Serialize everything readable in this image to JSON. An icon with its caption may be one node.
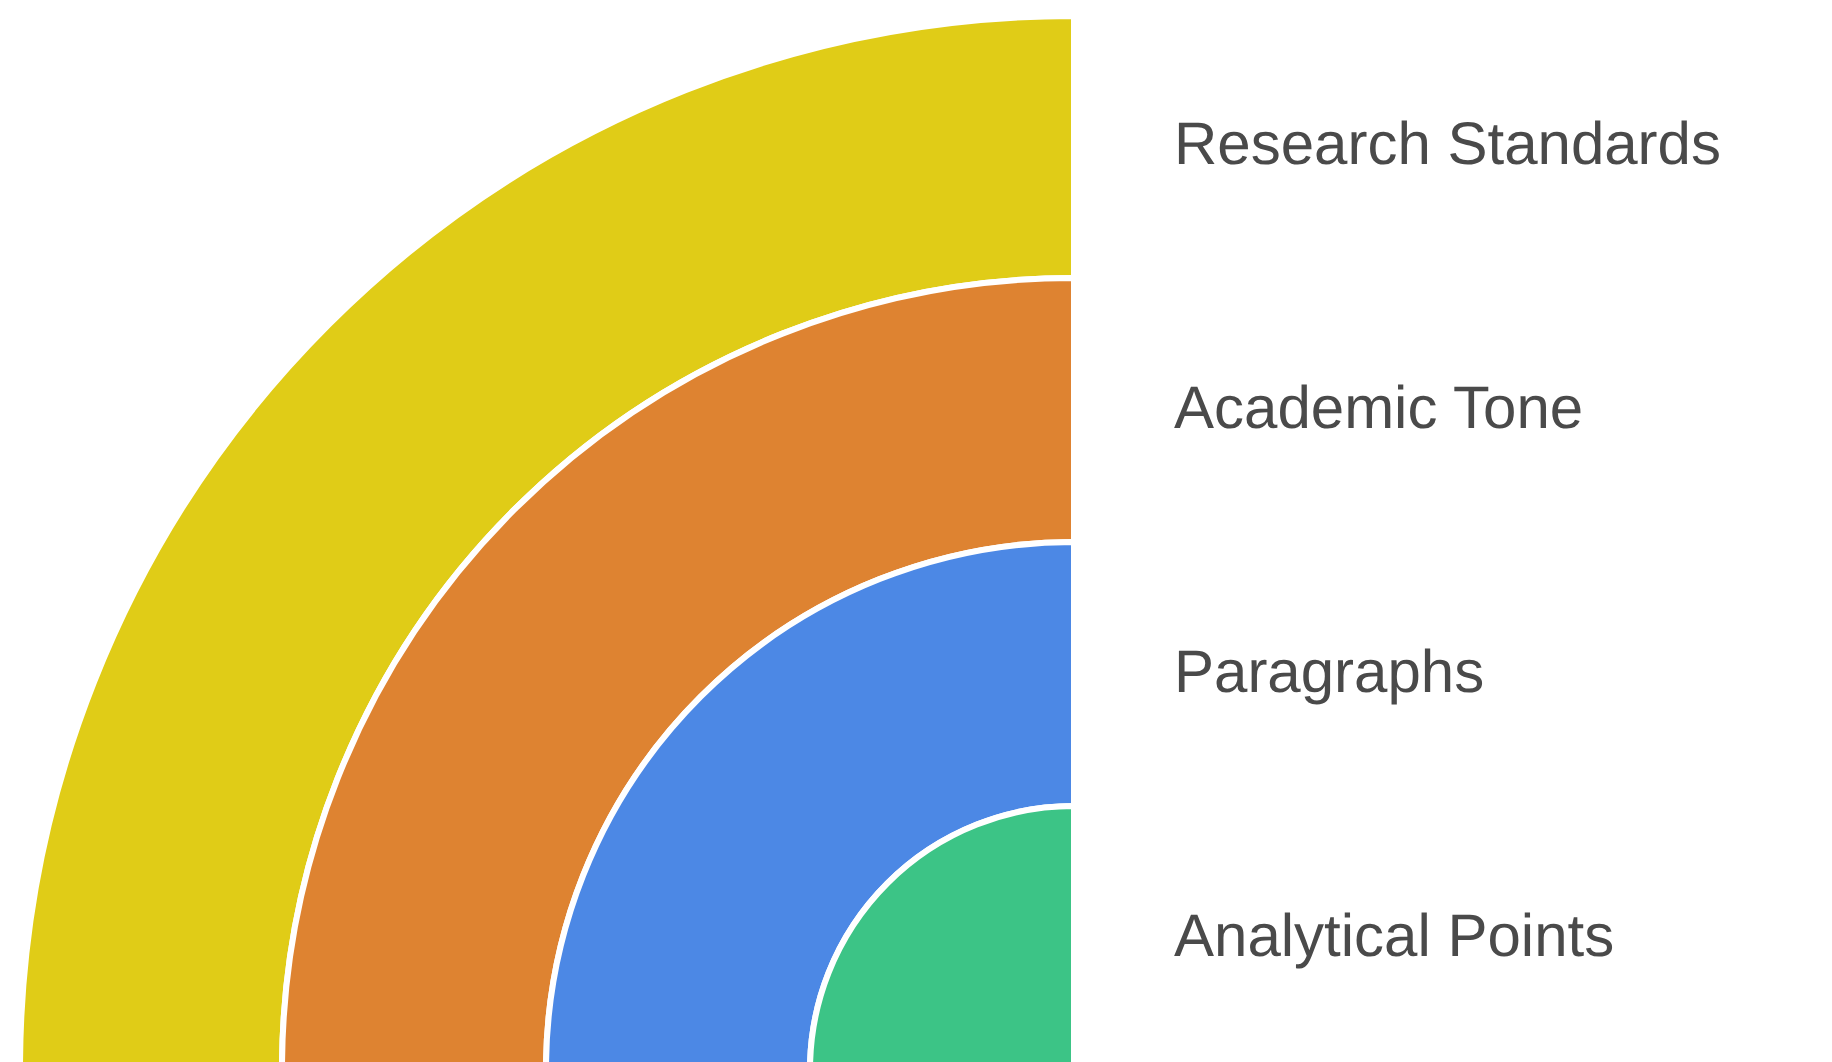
{
  "diagram": {
    "nodes": [
      {
        "text": [
          "Research Standards"
        ]
      },
      {
        "text": [
          "Academic Tone"
        ]
      },
      {
        "text": [
          "Paragraphs"
        ]
      },
      {
        "text": [
          "Analytical Points"
        ]
      }
    ]
  }
}
